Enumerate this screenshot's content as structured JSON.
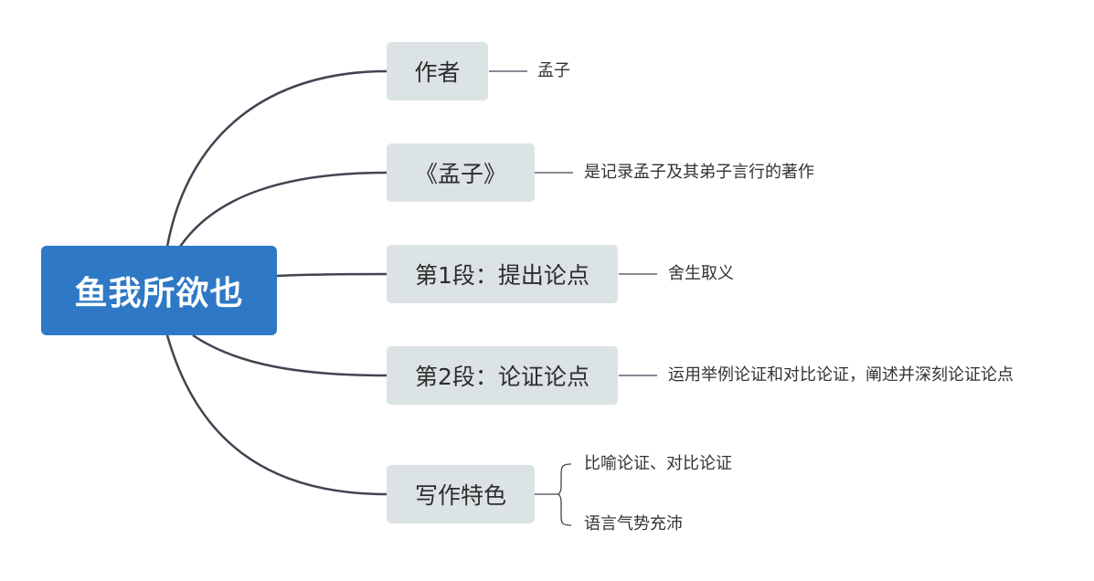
{
  "root": {
    "label": "鱼我所欲也"
  },
  "branches": [
    {
      "label": "作者",
      "leaves": [
        "孟子"
      ]
    },
    {
      "label": "《孟子》",
      "leaves": [
        "是记录孟子及其弟子言行的著作"
      ]
    },
    {
      "label": "第1段：提出论点",
      "leaves": [
        "舍生取义"
      ]
    },
    {
      "label": "第2段：论证论点",
      "leaves": [
        "运用举例论证和对比论证，阐述并深刻论证论点"
      ]
    },
    {
      "label": "写作特色",
      "leaves": [
        "比喻论证、对比论证",
        "语言气势充沛"
      ]
    }
  ],
  "colors": {
    "root_bg": "#2e78c5",
    "branch_bg": "#dce3e5",
    "connector": "#3f4550"
  }
}
